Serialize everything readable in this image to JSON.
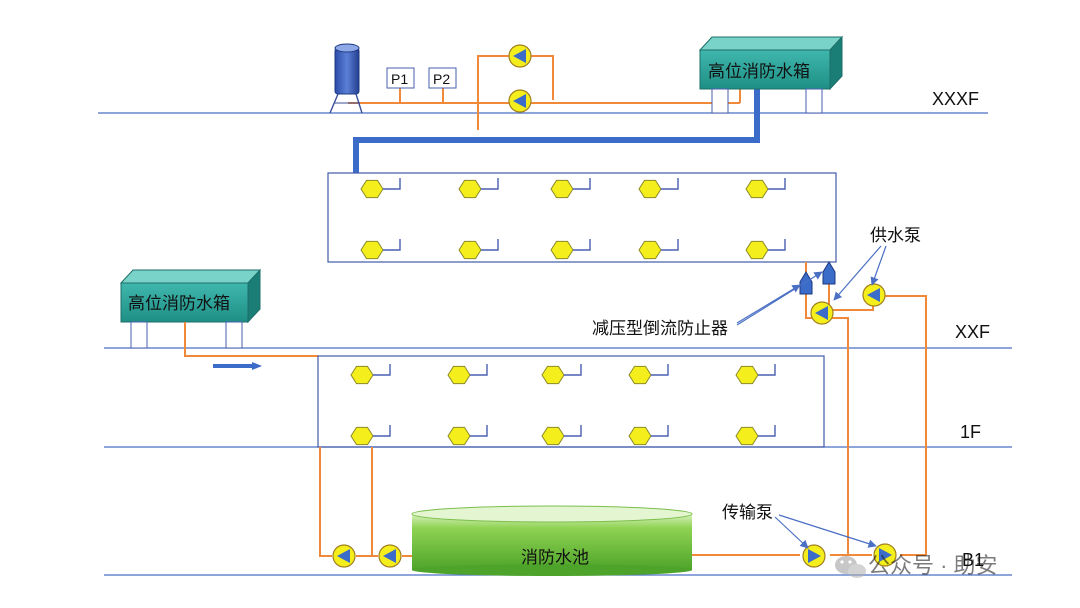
{
  "floors": {
    "top": "XXXF",
    "mid": "XXF",
    "first": "1F",
    "basement": "B1"
  },
  "tanks": {
    "upper": "高位消防水箱",
    "lower": "高位消防水箱"
  },
  "gauges": {
    "p1": "P1",
    "p2": "P2"
  },
  "pool": "消防水池",
  "callouts": {
    "supply_pump": "供水泵",
    "backflow_preventer": "减压型倒流防止器",
    "transfer_pump": "传输泵"
  },
  "watermark": {
    "text": "公众号 · 助安"
  },
  "colors": {
    "pipe": "#f08a3a",
    "main_pipe": "#3b6cc9",
    "floor_line": "#4a6fc4",
    "hydrant": "#f4ef1c",
    "tank_fill": "#2aa39a",
    "pool_fill": "#6ec23a"
  }
}
